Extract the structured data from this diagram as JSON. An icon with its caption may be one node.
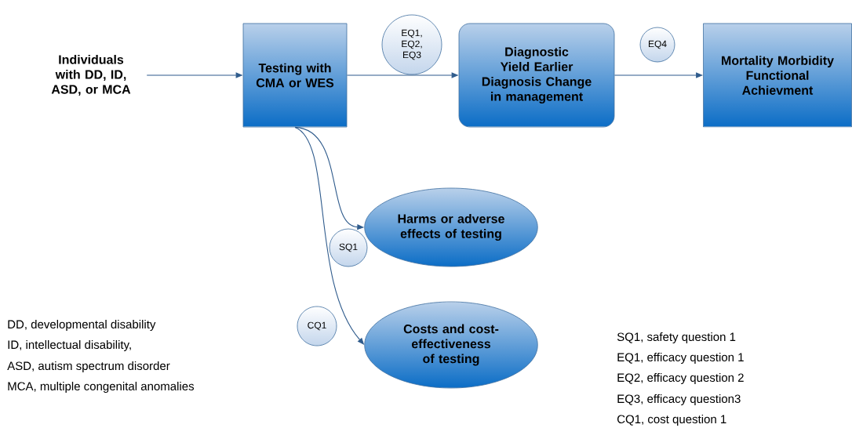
{
  "diagram": {
    "nodes": [
      {
        "text": [
          "Individuals with DD, ID, ASD, or MCA"
        ]
      },
      {
        "text": [
          "Testing with CMA or WES"
        ]
      },
      {
        "text": [
          "Diagnostic Yield Earlier Diagnosis Change in management"
        ]
      },
      {
        "text": [
          "Mortality Morbidity Functional Achievment"
        ]
      },
      {
        "text": [
          "Harms or adverse effects of testing"
        ]
      },
      {
        "text": [
          "Costs and cost-effectiveness of testing"
        ]
      },
      {
        "text": [
          "EQ1, EQ2, EQ3"
        ]
      },
      {
        "text": [
          "EQ4"
        ]
      },
      {
        "text": [
          "SQ1"
        ]
      },
      {
        "text": [
          "CQ1"
        ]
      }
    ],
    "edges": [
      {
        "from": 0,
        "to": 1,
        "arrow": "to"
      },
      {
        "from": 1,
        "to": 2,
        "arrow": "to"
      },
      {
        "from": 2,
        "to": 3,
        "arrow": "to"
      },
      {
        "from": 1,
        "to": 4,
        "arrow": "to"
      },
      {
        "from": 1,
        "to": 5,
        "arrow": "to"
      }
    ],
    "labels": [
      "DD, developmental disability",
      "ID, intellectual disability,",
      "ASD, autism spectrum disorder",
      "MCA, multiple congenital anomalies",
      "SQ1, safety question 1",
      "EQ1, efficacy question 1",
      "EQ2, efficacy question 2",
      "EQ3, efficacy question3",
      "CQ1, cost question 1"
    ]
  }
}
